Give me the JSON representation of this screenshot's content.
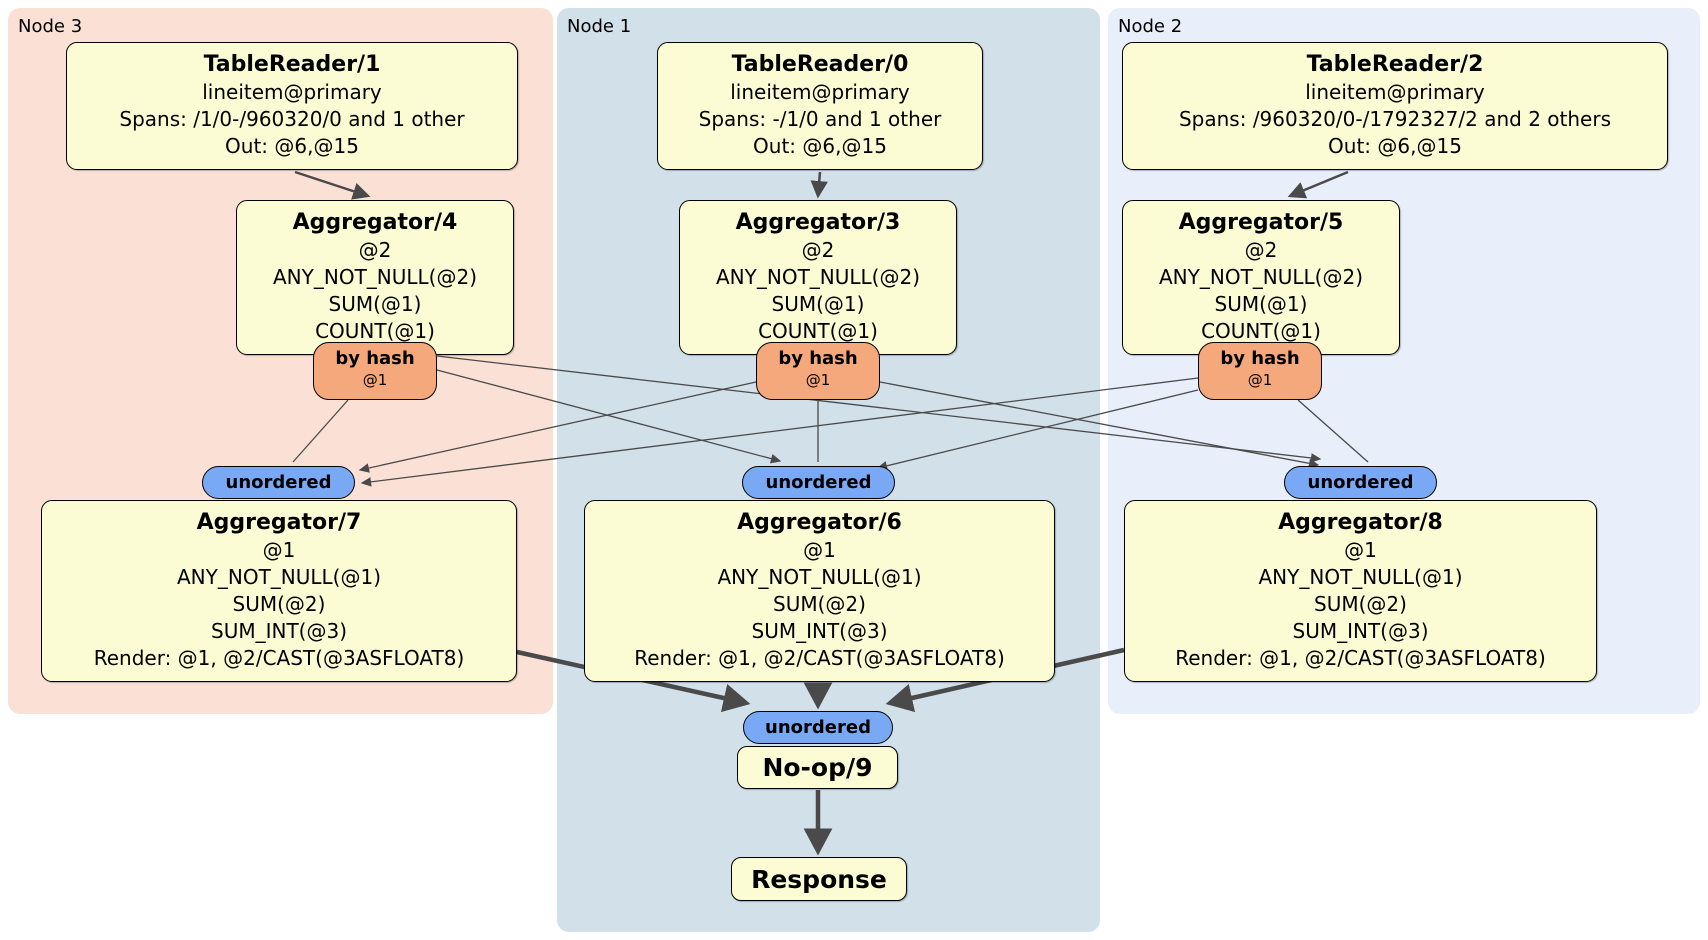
{
  "colors": {
    "group_node3_bg": "#fbe1d5",
    "group_node1_bg": "#d2e0e9",
    "group_node2_bg": "#e8eefa",
    "processor_fill": "#fcfcd4",
    "router_fill": "#f4a87c",
    "sync_fill": "#79a9f5",
    "edge": "#4a4a4a",
    "border": "#000000"
  },
  "groups": {
    "node3": {
      "label": "Node 3",
      "table_reader": {
        "title": "TableReader/1",
        "lines": [
          "lineitem@primary",
          "Spans: /1/0-/960320/0 and 1 other",
          "Out: @6,@15"
        ]
      },
      "aggregator_top": {
        "title": "Aggregator/4",
        "lines": [
          "@2",
          "ANY_NOT_NULL(@2)",
          "SUM(@1)",
          "COUNT(@1)"
        ]
      },
      "router": {
        "label": "by hash",
        "detail": "@1"
      },
      "sync": {
        "label": "unordered"
      },
      "aggregator_bottom": {
        "title": "Aggregator/7",
        "lines": [
          "@1",
          "ANY_NOT_NULL(@1)",
          "SUM(@2)",
          "SUM_INT(@3)",
          "Render: @1, @2/CAST(@3ASFLOAT8)"
        ]
      }
    },
    "node1": {
      "label": "Node 1",
      "table_reader": {
        "title": "TableReader/0",
        "lines": [
          "lineitem@primary",
          "Spans: -/1/0 and 1 other",
          "Out: @6,@15"
        ]
      },
      "aggregator_top": {
        "title": "Aggregator/3",
        "lines": [
          "@2",
          "ANY_NOT_NULL(@2)",
          "SUM(@1)",
          "COUNT(@1)"
        ]
      },
      "router": {
        "label": "by hash",
        "detail": "@1"
      },
      "sync": {
        "label": "unordered"
      },
      "aggregator_bottom": {
        "title": "Aggregator/6",
        "lines": [
          "@1",
          "ANY_NOT_NULL(@1)",
          "SUM(@2)",
          "SUM_INT(@3)",
          "Render: @1, @2/CAST(@3ASFLOAT8)"
        ]
      },
      "final": {
        "sync": "unordered",
        "noop": "No-op/9",
        "response": "Response"
      }
    },
    "node2": {
      "label": "Node 2",
      "table_reader": {
        "title": "TableReader/2",
        "lines": [
          "lineitem@primary",
          "Spans: /960320/0-/1792327/2 and 2 others",
          "Out: @6,@15"
        ]
      },
      "aggregator_top": {
        "title": "Aggregator/5",
        "lines": [
          "@2",
          "ANY_NOT_NULL(@2)",
          "SUM(@1)",
          "COUNT(@1)"
        ]
      },
      "router": {
        "label": "by hash",
        "detail": "@1"
      },
      "sync": {
        "label": "unordered"
      },
      "aggregator_bottom": {
        "title": "Aggregator/8",
        "lines": [
          "@1",
          "ANY_NOT_NULL(@1)",
          "SUM(@2)",
          "SUM_INT(@3)",
          "Render: @1, @2/CAST(@3ASFLOAT8)"
        ]
      }
    }
  }
}
